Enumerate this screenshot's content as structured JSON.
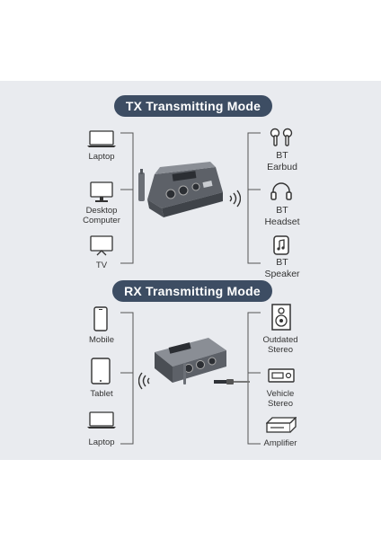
{
  "tx": {
    "title": "TX Transmitting Mode",
    "sources": [
      {
        "label": "Laptop",
        "icon": "laptop-icon"
      },
      {
        "label": "Desktop\nComputer",
        "icon": "desktop-computer-icon"
      },
      {
        "label": "TV",
        "icon": "tv-icon"
      }
    ],
    "outputs": [
      {
        "line1": "BT",
        "line2": "Earbud",
        "icon": "earbuds-icon"
      },
      {
        "line1": "BT",
        "line2": "Headset",
        "icon": "headset-icon"
      },
      {
        "line1": "BT",
        "line2": "Speaker",
        "icon": "speaker-icon"
      }
    ]
  },
  "rx": {
    "title": "RX Transmitting Mode",
    "sources": [
      {
        "label": "Mobile",
        "icon": "mobile-phone-icon"
      },
      {
        "label": "Tablet",
        "icon": "tablet-icon"
      },
      {
        "label": "Laptop",
        "icon": "laptop-icon"
      }
    ],
    "outputs": [
      {
        "line1": "Outdated",
        "line2": "Stereo",
        "icon": "stereo-speaker-icon"
      },
      {
        "line1": "Vehicle",
        "line2": "Stereo",
        "icon": "car-stereo-icon"
      },
      {
        "line1": "Amplifier",
        "line2": "",
        "icon": "amplifier-icon"
      }
    ]
  },
  "colors": {
    "panel": "#e9ebef",
    "pill": "#3d4d63",
    "line": "#555555"
  }
}
